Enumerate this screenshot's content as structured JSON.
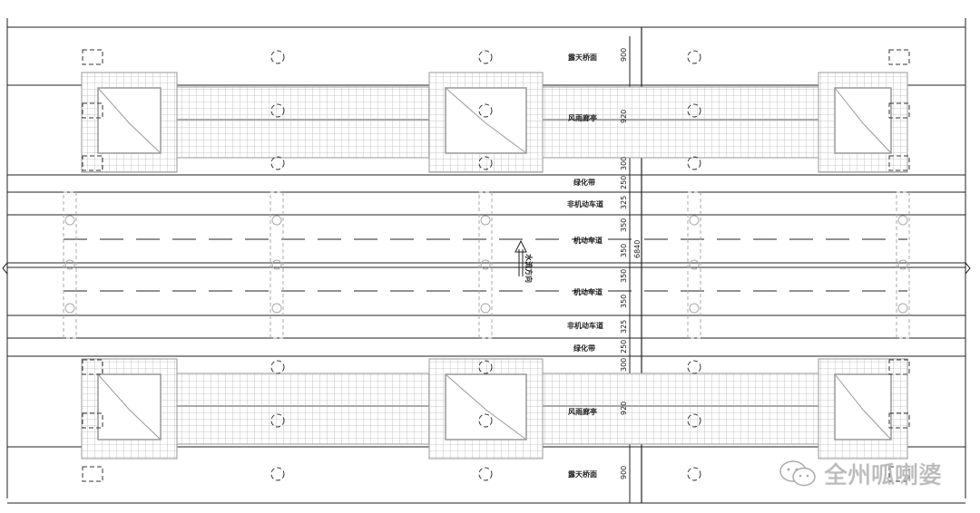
{
  "drawing": {
    "zones": {
      "open_deck": "露天桥面",
      "corridor": "风雨廊亭",
      "green_belt": "绿化带",
      "non_motor_lane": "非机动车道",
      "motor_lane": "机动车道",
      "flow_direction": "水流方向"
    },
    "dimensions": {
      "top": [
        "900",
        "920",
        "300",
        "250",
        "325",
        "350",
        "350",
        "350",
        "350",
        "325",
        "250",
        "300",
        "920",
        "900"
      ],
      "total": "6840"
    }
  },
  "watermark": {
    "icon": "wechat-icon",
    "text": "全州呱喇婆"
  },
  "colors": {
    "line": "#222222",
    "hatch": "#b8b8b8",
    "watermark": "#bbbbbb"
  }
}
